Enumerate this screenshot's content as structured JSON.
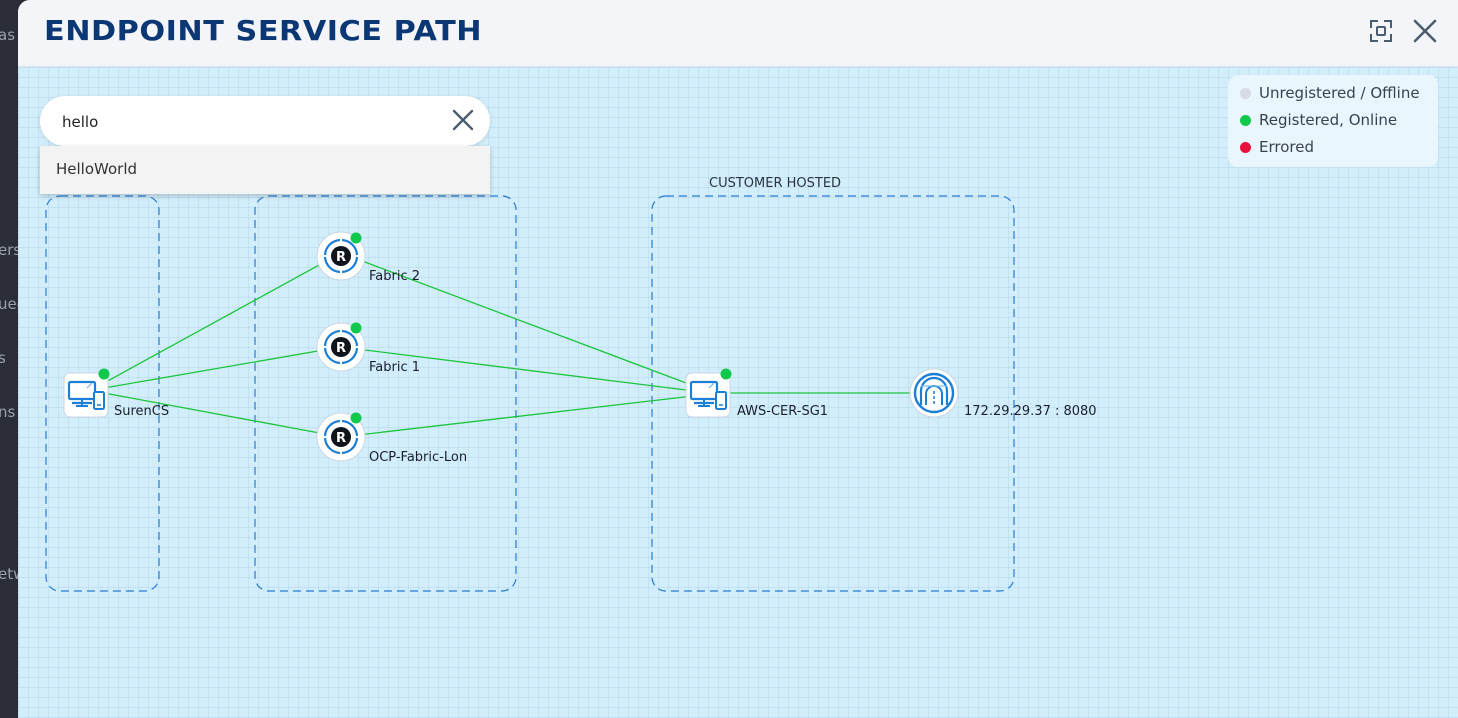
{
  "background_fragments": [
    "as",
    "ers",
    "ued",
    "s",
    "ns",
    "etw"
  ],
  "modal": {
    "title": "ENDPOINT SERVICE PATH",
    "expand_icon": "expand-icon",
    "close_icon": "close-icon"
  },
  "search": {
    "value": "hello",
    "clear_icon": "close-icon",
    "results": [
      "HelloWorld"
    ]
  },
  "legend": {
    "items": [
      {
        "label": "Unregistered / Offline",
        "color": "#d8dbe3"
      },
      {
        "label": "Registered, Online",
        "color": "#10c94c"
      },
      {
        "label": "Errored",
        "color": "#e8123c"
      }
    ]
  },
  "graph": {
    "group_label": "CUSTOMER HOSTED",
    "edge_color": "#1bc53a",
    "nodes": {
      "surencs": {
        "label": "SurenCS",
        "type": "client-device",
        "status": "online"
      },
      "fabric2": {
        "label": "Fabric 2",
        "type": "router",
        "status": "online"
      },
      "fabric1": {
        "label": "Fabric 1",
        "type": "router",
        "status": "online"
      },
      "ocp": {
        "label": "OCP-Fabric-Lon",
        "type": "router",
        "status": "online"
      },
      "aws": {
        "label": "AWS-CER-SG1",
        "type": "client-device",
        "status": "online"
      },
      "service": {
        "label": "172.29.29.37 : 8080",
        "type": "service-endpoint"
      }
    }
  }
}
